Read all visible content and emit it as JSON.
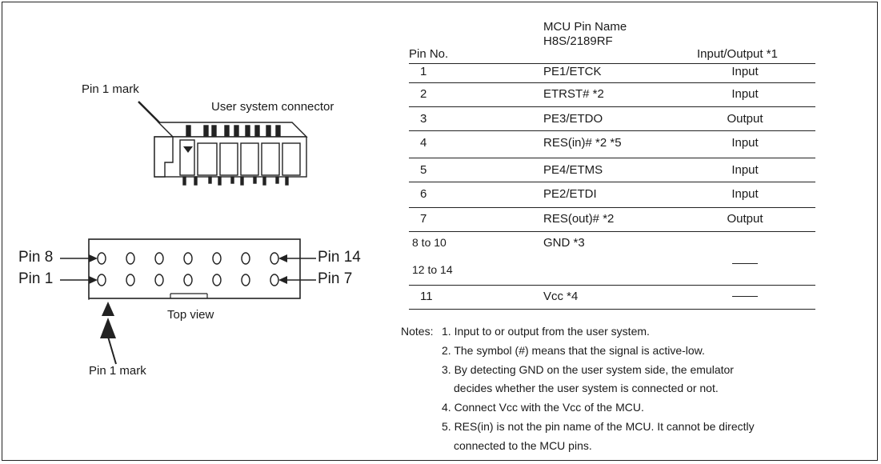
{
  "left": {
    "pin1_mark_top": "Pin 1 mark",
    "connector_label": "User system connector",
    "pin8": "Pin 8",
    "pin1": "Pin 1",
    "pin14": "Pin 14",
    "pin7": "Pin 7",
    "top_view": "Top view",
    "pin1_mark_bottom": "Pin 1 mark"
  },
  "table": {
    "headers": {
      "pin_no": "Pin No.",
      "mcu_line1": "MCU Pin Name",
      "mcu_line2": "H8S/2189RF",
      "io": "Input/Output *1"
    },
    "rows": [
      {
        "pin": "1",
        "name": "PE1/ETCK",
        "io": "Input"
      },
      {
        "pin": "2",
        "name": "ETRST# *2",
        "io": "Input"
      },
      {
        "pin": "3",
        "name": "PE3/ETDO",
        "io": "Output"
      },
      {
        "pin": "4",
        "name": "RES(in)# *2 *5",
        "io": "Input"
      },
      {
        "pin": "5",
        "name": "PE4/ETMS",
        "io": "Input"
      },
      {
        "pin": "6",
        "name": "PE2/ETDI",
        "io": "Input"
      },
      {
        "pin": "7",
        "name": "RES(out)# *2",
        "io": "Output"
      }
    ],
    "gnd_row": {
      "pin_a": "8 to 10",
      "pin_b": "12 to 14",
      "name": "GND *3"
    },
    "vcc_row": {
      "pin": "11",
      "name": "Vcc *4"
    }
  },
  "notes": {
    "prefix": "Notes:",
    "n1": "1. Input to or output from the user system.",
    "n2": "2. The symbol (#) means that the signal is active-low.",
    "n3a": "3. By detecting GND on the user system side, the emulator",
    "n3b": "decides whether the user system is connected or not.",
    "n4": "4. Connect Vcc with the Vcc of the MCU.",
    "n5a": "5. RES(in) is not the pin name of the MCU. It cannot be directly",
    "n5b": "connected to the MCU pins."
  }
}
